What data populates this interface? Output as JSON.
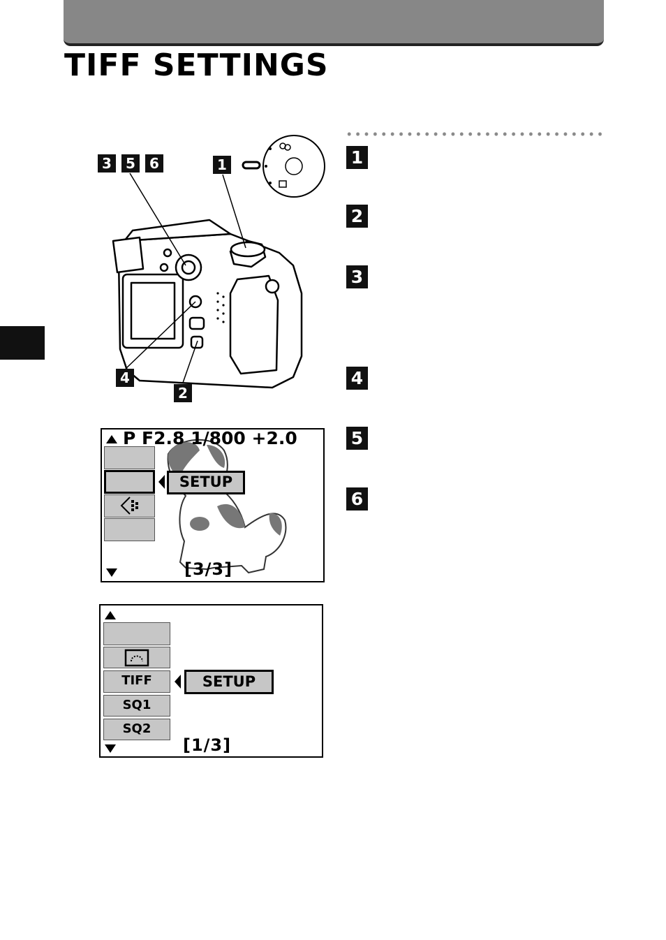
{
  "header": {
    "title": "TIFF SETTINGS"
  },
  "steps": [
    "1",
    "2",
    "3",
    "4",
    "5",
    "6"
  ],
  "callouts": {
    "c1": "1",
    "c2": "2",
    "c3": "3",
    "c4": "4",
    "c5": "5",
    "c6": "6"
  },
  "screen1": {
    "readout": "P  F2.8  1/800  +2.0",
    "setup_label": "SETUP",
    "page_indicator": "[3/3]"
  },
  "screen2": {
    "tabs": [
      "TIFF",
      "SQ1",
      "SQ2"
    ],
    "setup_label": "SETUP",
    "page_indicator": "[1/3]"
  },
  "colors": {
    "header_bar": "#878787",
    "tab_fill": "#c6c6c6",
    "side_tab": "#111111"
  }
}
